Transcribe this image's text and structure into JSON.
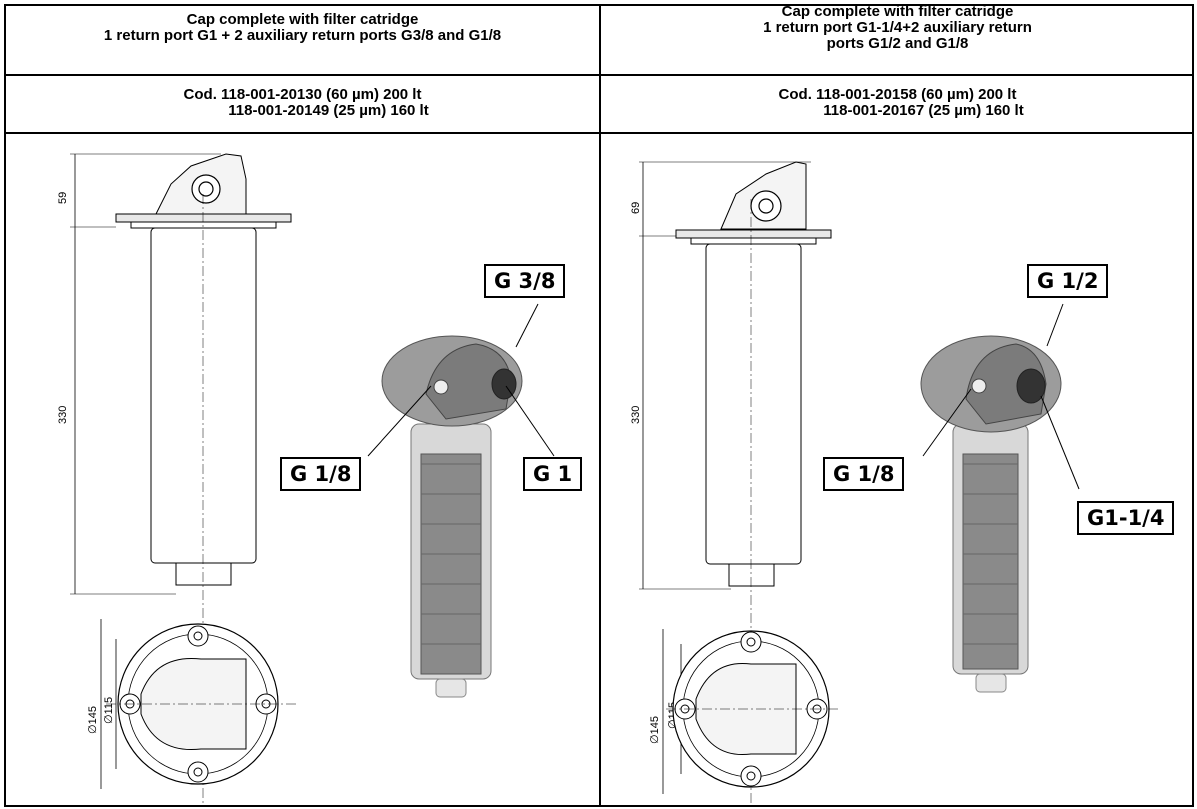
{
  "columns": [
    {
      "title_lines": [
        "Cap complete with filter catridge",
        "1 return port G1 + 2 auxiliary return ports G3/8 and G1/8"
      ],
      "code_lines": [
        "Cod. 118-001-20130 (60 µm) 200 lt",
        "118-001-20149 (25 µm) 160 lt"
      ],
      "dims": {
        "cap_height": "59",
        "body_length": "330",
        "outer_diameter": "∅145",
        "bolt_circle": "∅115"
      },
      "callouts": {
        "top": "G 3/8",
        "left": "G 1/8",
        "right": "G 1"
      }
    },
    {
      "title_lines": [
        "Cap complete with filter catridge",
        "1 return port G1-1/4+2 auxiliary return",
        "ports G1/2 and G1/8"
      ],
      "code_lines": [
        "Cod. 118-001-20158 (60 µm) 200 lt",
        "118-001-20167 (25 µm) 160 lt"
      ],
      "dims": {
        "cap_height": "69",
        "body_length": "330",
        "outer_diameter": "∅145",
        "bolt_circle": "∅115"
      },
      "callouts": {
        "top": "G 1/2",
        "left": "G 1/8",
        "right": "G1-1/4"
      }
    }
  ],
  "icons": {
    "side_view": "filter-side-view-drawing",
    "top_view": "filter-top-view-drawing",
    "render": "filter-3d-render"
  }
}
